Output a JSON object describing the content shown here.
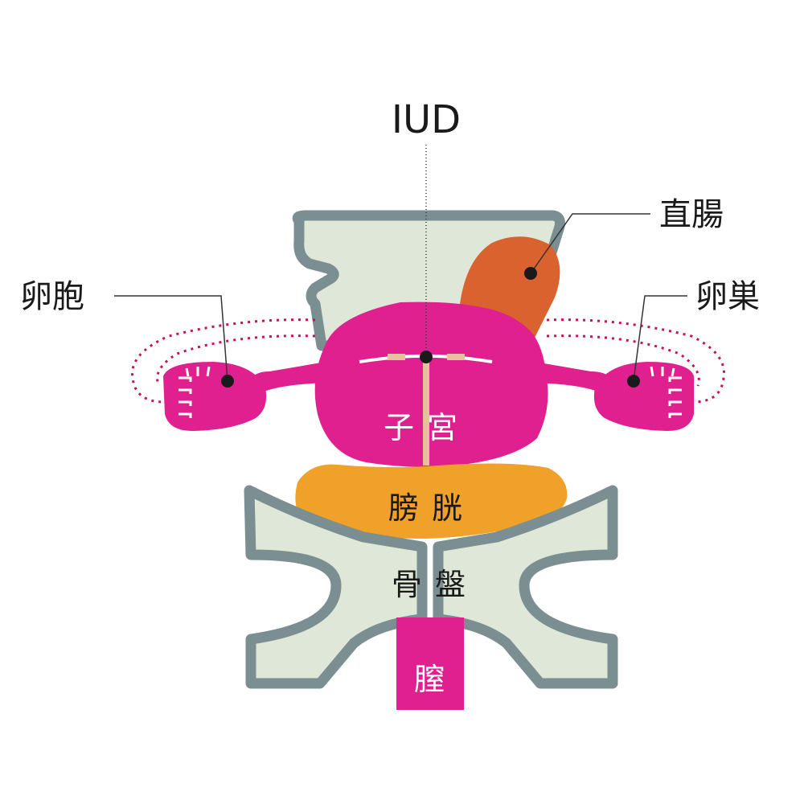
{
  "labels": {
    "iud": "IUD",
    "rectum": "直腸",
    "fallopian_tube": "卵胞",
    "ovary": "卵巣",
    "uterus": "子 宮",
    "bladder": "膀 胱",
    "pelvis": "骨 盤",
    "vagina": "膣"
  },
  "colors": {
    "bone_fill": "#dfe8d8",
    "bone_stroke": "#7b8e92",
    "uterus": "#e0208f",
    "rectum": "#d9622e",
    "bladder": "#f0a129",
    "iud": "#e8c0a0",
    "leader": "#333333",
    "dotted_path": "#c8105a"
  }
}
